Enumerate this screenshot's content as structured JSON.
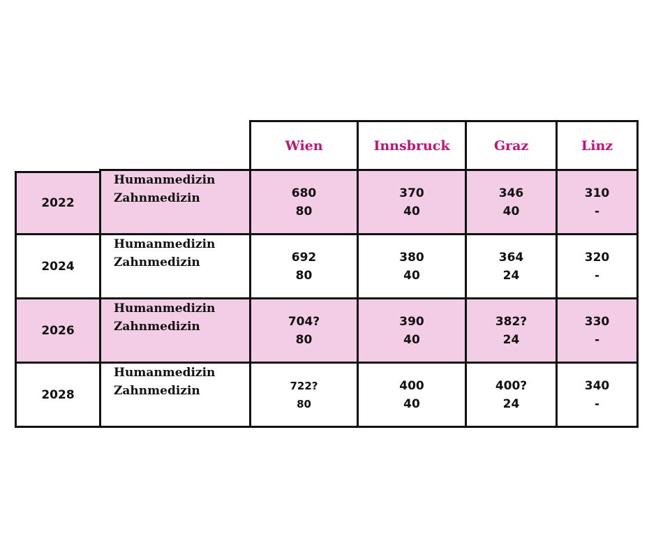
{
  "header": {
    "cities": [
      "Wien",
      "Innsbruck",
      "Graz",
      "Linz"
    ]
  },
  "rows": [
    {
      "year": "2022",
      "labels": [
        "Humanmedizin",
        "Zahnmedizin"
      ],
      "values": [
        [
          "680",
          "80"
        ],
        [
          "370",
          "40"
        ],
        [
          "346",
          "40"
        ],
        [
          "310",
          "-"
        ]
      ]
    },
    {
      "year": "2024",
      "labels": [
        "Humanmedizin",
        "Zahnmedizin"
      ],
      "values": [
        [
          "692",
          "80"
        ],
        [
          "380",
          "40"
        ],
        [
          "364",
          "24"
        ],
        [
          "320",
          "-"
        ]
      ]
    },
    {
      "year": "2026",
      "labels": [
        "Humanmedizin",
        "Zahnmedizin"
      ],
      "values": [
        [
          "704?",
          "80"
        ],
        [
          "390",
          "40"
        ],
        [
          "382?",
          "24"
        ],
        [
          "330",
          "-"
        ]
      ]
    },
    {
      "year": "2028",
      "labels": [
        "Humanmedizin",
        "Zahnmedizin"
      ],
      "values": [
        [
          "722?",
          "80"
        ],
        [
          "400",
          "40"
        ],
        [
          "400?",
          "24"
        ],
        [
          "340",
          "-"
        ]
      ]
    }
  ],
  "colors": {
    "accent": "#c2127a",
    "highlight_row": "#f2cde5",
    "border": "#111111"
  }
}
